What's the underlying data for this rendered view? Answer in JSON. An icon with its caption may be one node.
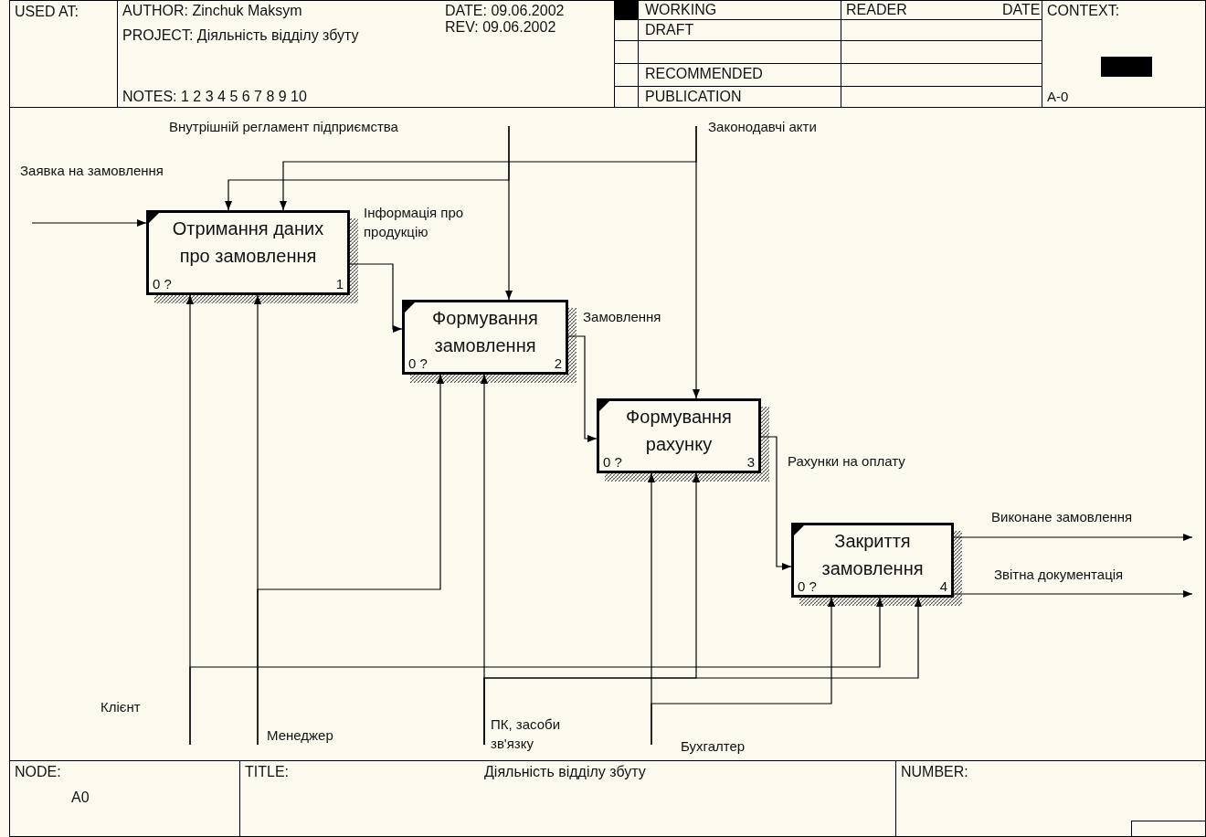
{
  "diagram": {
    "nodes": [
      {
        "text": [
          "Отримання даних про замовлення",
          "0 ?",
          "1"
        ]
      },
      {
        "text": [
          "Формування замовлення",
          "0 ?",
          "2"
        ]
      },
      {
        "text": [
          "Формування рахунку",
          "0 ?",
          "3"
        ]
      },
      {
        "text": [
          "Закриття замовлення",
          "0 ?",
          "4"
        ]
      }
    ],
    "edges": [
      {
        "from": null,
        "to": 0,
        "arrow": "to",
        "label": "Заявка на замовлення"
      },
      {
        "from": null,
        "to": 0,
        "arrow": "to",
        "label": "Внутрішній регламент підприємства"
      },
      {
        "from": null,
        "to": 1,
        "arrow": "to"
      },
      {
        "from": null,
        "to": 0,
        "arrow": "to",
        "label": "Законодавчі акти"
      },
      {
        "from": null,
        "to": 2,
        "arrow": "to"
      },
      {
        "from": 0,
        "to": 1,
        "arrow": "to",
        "label": "Інформація про продукцію"
      },
      {
        "from": 1,
        "to": 2,
        "arrow": "to",
        "label": "Замовлення"
      },
      {
        "from": 2,
        "to": 3,
        "arrow": "to",
        "label": "Рахунки на оплату"
      },
      {
        "from": 3,
        "to": null,
        "arrow": "to",
        "label": "Виконане замовлення"
      },
      {
        "from": 3,
        "to": null,
        "arrow": "to",
        "label": "Звітна документація"
      },
      {
        "from": null,
        "to": 0,
        "arrow": "to",
        "label": "Клієнт"
      },
      {
        "from": null,
        "to": 3,
        "arrow": "to"
      },
      {
        "from": null,
        "to": 0,
        "arrow": "to",
        "label": "Менеджер"
      },
      {
        "from": null,
        "to": 1,
        "arrow": "to"
      },
      {
        "from": null,
        "to": 1,
        "arrow": "to",
        "label": "ПК, засоби зв'язку"
      },
      {
        "from": null,
        "to": 2,
        "arrow": "to"
      },
      {
        "from": null,
        "to": 3,
        "arrow": "to"
      },
      {
        "from": null,
        "to": 2,
        "arrow": "to",
        "label": "Бухгалтер"
      },
      {
        "from": null,
        "to": 3,
        "arrow": "to"
      }
    ],
    "labels": [
      "USED AT:",
      "AUTHOR: Zinchuk Maksym",
      "PROJECT: Діяльність відділу збуту",
      "NOTES: 1 2 3 4 5 6 7 8 9 10",
      "DATE: 09.06.2002",
      "REV: 09.06.2002",
      "WORKING",
      "DRAFT",
      "RECOMMENDED",
      "PUBLICATION",
      "READER",
      "DATE",
      "CONTEXT:",
      "A-0",
      "NODE:",
      "A0",
      "TITLE:",
      "Діяльність відділу збуту",
      "NUMBER:"
    ]
  }
}
